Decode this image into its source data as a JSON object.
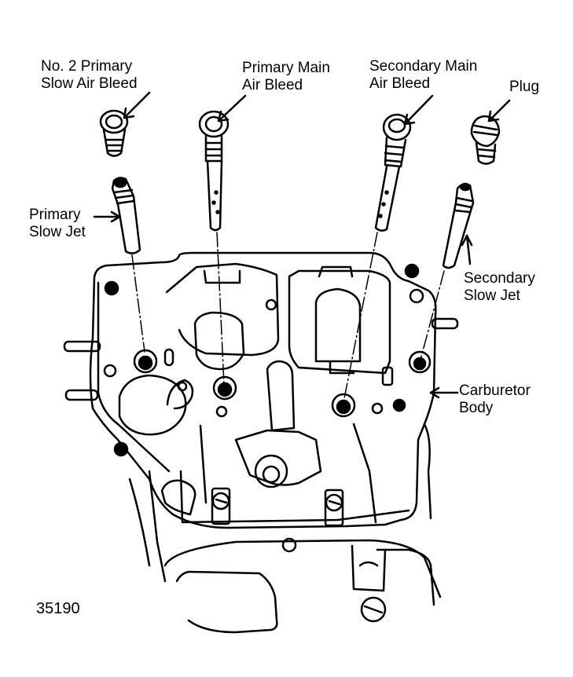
{
  "figure_number": "35190",
  "labels": {
    "no2_primary_slow_air_bleed": [
      "No. 2 Primary",
      "Slow Air Bleed"
    ],
    "primary_main_air_bleed": [
      "Primary Main",
      "Air Bleed"
    ],
    "secondary_main_air_bleed": [
      "Secondary Main",
      "Air Bleed"
    ],
    "plug": [
      "Plug"
    ],
    "primary_slow_jet": [
      "Primary",
      "Slow Jet"
    ],
    "secondary_slow_jet": [
      "Secondary",
      "Slow Jet"
    ],
    "carburetor_body": [
      "Carburetor",
      "Body"
    ]
  },
  "colors": {
    "ink": "#000000",
    "paper": "#ffffff"
  }
}
